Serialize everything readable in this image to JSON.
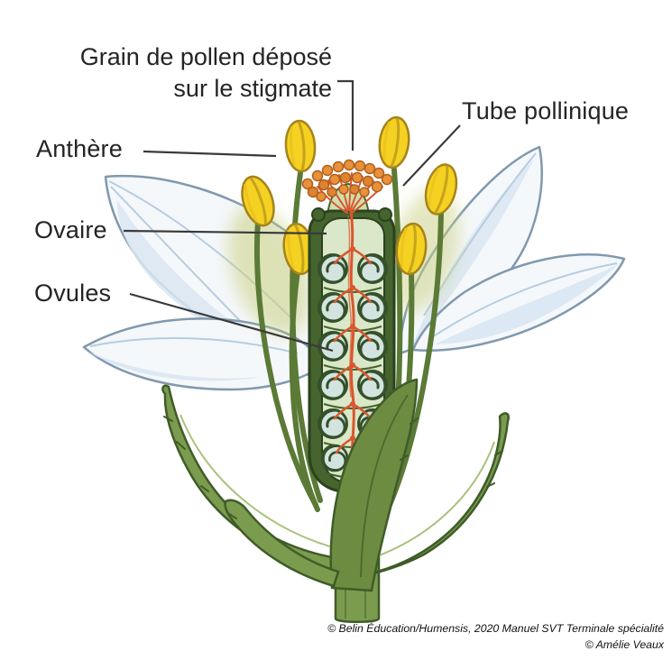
{
  "figure": {
    "description": "Flower cross-section diagram showing pollination: pollen grains on stigma, pollen tubes growing through the style and ovary toward the ovules"
  },
  "labels": {
    "pollen_grain_line1": "Grain de pollen déposé",
    "pollen_grain_line2": "sur le stigmate",
    "pollen_tube": "Tube pollinique",
    "anther": "Anthère",
    "ovary": "Ovaire",
    "ovules": "Ovules"
  },
  "credits": {
    "publisher": "© Belin Éducation/Humensis, 2020 Manuel SVT Terminale spécialité",
    "illustrator": "© Amélie Veaux"
  },
  "colors": {
    "petal_white": "#f5f8fb",
    "petal_shade": "#d9e6f2",
    "petal_outline": "#8099ae",
    "anther_yellow": "#f5d122",
    "sepal_green": "#7b9c4e",
    "dark_green": "#3f5c28",
    "ovary_green": "#45642e",
    "ovary_interior": "#dbe7c9",
    "ovule_fill": "#d3e4e0",
    "pollen_orange": "#e8913a",
    "pollen_tube_red": "#d9572e",
    "label_text": "#242424"
  }
}
